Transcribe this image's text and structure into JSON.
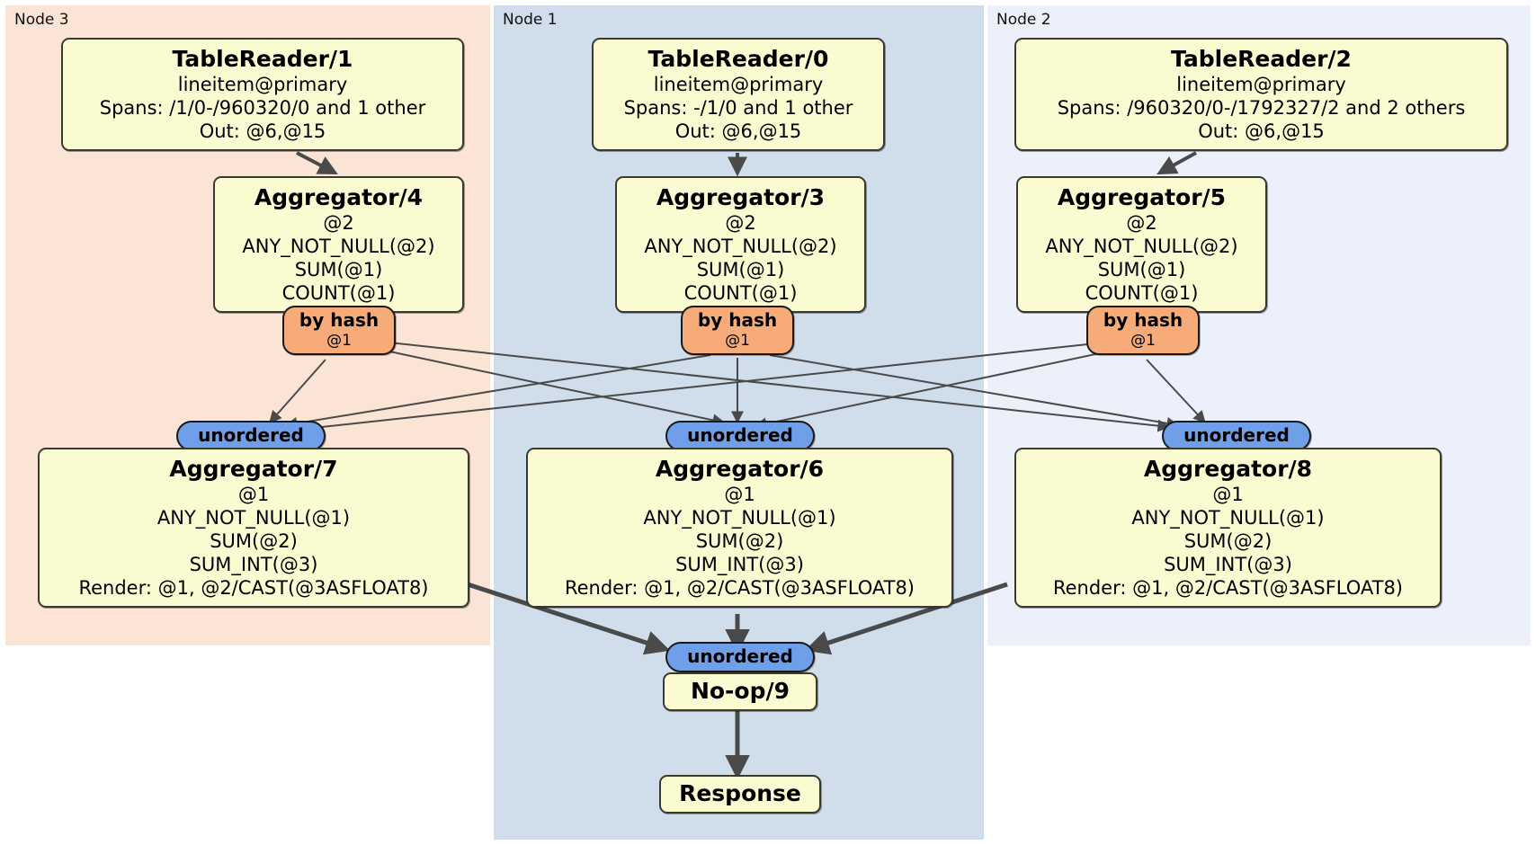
{
  "diagram": {
    "title": "Distributed SQL query physical plan",
    "colors": {
      "node3_bg": "#fbe3d5",
      "node1_bg": "#cfdeea",
      "node2_bg": "#ebf0fb",
      "processor_bg": "#fbfbd2",
      "hash_router_bg": "#f6ab79",
      "unordered_router_bg": "#6e9fe8",
      "edge": "#4a4a4a"
    }
  },
  "regions": [
    {
      "id": "node3",
      "label": "Node 3"
    },
    {
      "id": "node1",
      "label": "Node 1"
    },
    {
      "id": "node2",
      "label": "Node 2"
    }
  ],
  "processors": {
    "table_reader_1": {
      "title": "TableReader/1",
      "lines": [
        "lineitem@primary",
        "Spans: /1/0-/960320/0 and 1 other",
        "Out: @6,@15"
      ]
    },
    "table_reader_0": {
      "title": "TableReader/0",
      "lines": [
        "lineitem@primary",
        "Spans: -/1/0 and 1 other",
        "Out: @6,@15"
      ]
    },
    "table_reader_2": {
      "title": "TableReader/2",
      "lines": [
        "lineitem@primary",
        "Spans: /960320/0-/1792327/2 and 2 others",
        "Out: @6,@15"
      ]
    },
    "aggregator_4": {
      "title": "Aggregator/4",
      "lines": [
        "@2",
        "ANY_NOT_NULL(@2)",
        "SUM(@1)",
        "COUNT(@1)"
      ]
    },
    "aggregator_3": {
      "title": "Aggregator/3",
      "lines": [
        "@2",
        "ANY_NOT_NULL(@2)",
        "SUM(@1)",
        "COUNT(@1)"
      ]
    },
    "aggregator_5": {
      "title": "Aggregator/5",
      "lines": [
        "@2",
        "ANY_NOT_NULL(@2)",
        "SUM(@1)",
        "COUNT(@1)"
      ]
    },
    "aggregator_7": {
      "title": "Aggregator/7",
      "lines": [
        "@1",
        "ANY_NOT_NULL(@1)",
        "SUM(@2)",
        "SUM_INT(@3)",
        "Render: @1, @2/CAST(@3ASFLOAT8)"
      ]
    },
    "aggregator_6": {
      "title": "Aggregator/6",
      "lines": [
        "@1",
        "ANY_NOT_NULL(@1)",
        "SUM(@2)",
        "SUM_INT(@3)",
        "Render: @1, @2/CAST(@3ASFLOAT8)"
      ]
    },
    "aggregator_8": {
      "title": "Aggregator/8",
      "lines": [
        "@1",
        "ANY_NOT_NULL(@1)",
        "SUM(@2)",
        "SUM_INT(@3)",
        "Render: @1, @2/CAST(@3ASFLOAT8)"
      ]
    },
    "noop_9": {
      "title": "No-op/9",
      "lines": []
    },
    "response": {
      "title": "Response",
      "lines": []
    }
  },
  "routers": {
    "hash_left": {
      "label": "by hash",
      "sub": "@1"
    },
    "hash_mid": {
      "label": "by hash",
      "sub": "@1"
    },
    "hash_right": {
      "label": "by hash",
      "sub": "@1"
    },
    "unordered_left": {
      "label": "unordered"
    },
    "unordered_mid": {
      "label": "unordered"
    },
    "unordered_right": {
      "label": "unordered"
    },
    "unordered_final": {
      "label": "unordered"
    }
  }
}
